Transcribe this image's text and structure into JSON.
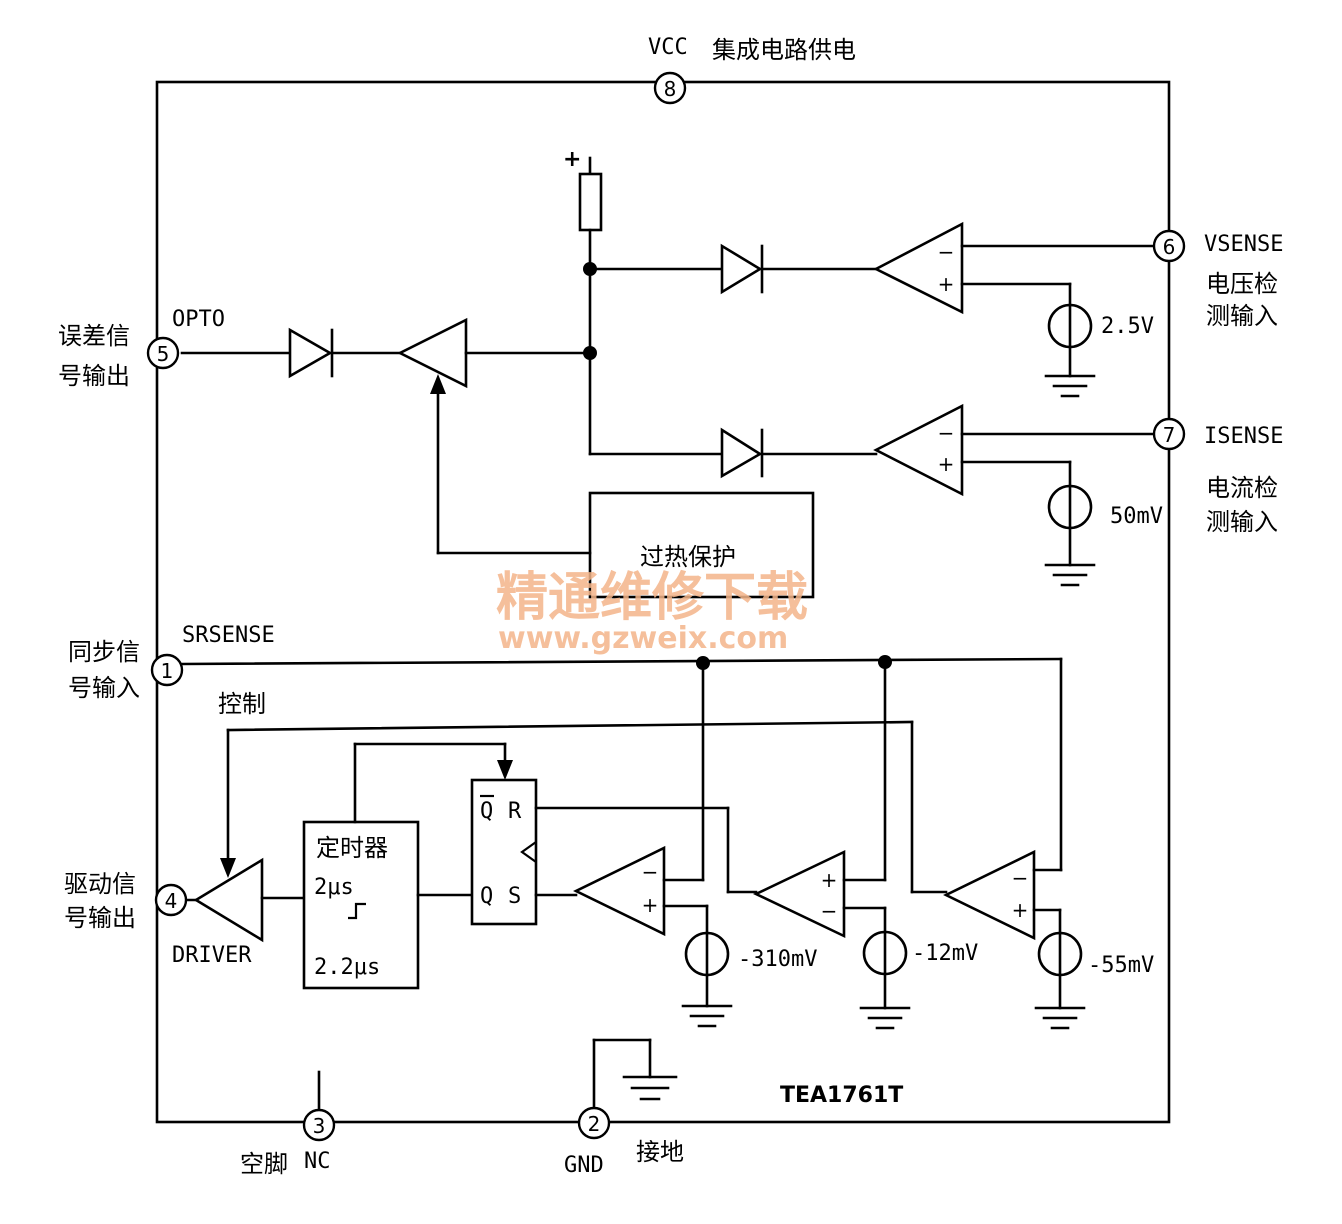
{
  "chip": {
    "part_number": "TEA1761T"
  },
  "pins": [
    {
      "num": "8",
      "name": "VCC",
      "desc": "集成电路供电"
    },
    {
      "num": "6",
      "name": "VSENSE",
      "desc_line1": "电压检",
      "desc_line2": "测输入"
    },
    {
      "num": "7",
      "name": "ISENSE",
      "desc_line1": "电流检",
      "desc_line2": "测输入"
    },
    {
      "num": "5",
      "name": "OPTO",
      "desc_line1": "误差信",
      "desc_line2": "号输出"
    },
    {
      "num": "1",
      "name": "SRSENSE",
      "desc_line1": "同步信",
      "desc_line2": "号输入"
    },
    {
      "num": "4",
      "name": "DRIVER",
      "desc_line1": "驱动信",
      "desc_line2": "号输出"
    },
    {
      "num": "3",
      "name": "NC",
      "desc": "空脚"
    },
    {
      "num": "2",
      "name": "GND",
      "desc": "接地"
    }
  ],
  "blocks": {
    "thermal": "过热保护",
    "timer_title": "定时器",
    "timer_t1": "2μs",
    "timer_t2": "2.2μs",
    "ff_q_bar": "Q",
    "ff_r": "R",
    "ff_q": "Q",
    "ff_s": "S",
    "control": "控制"
  },
  "sources": {
    "vref_vsense": "2.5V",
    "vref_isense": "50mV",
    "vref_c1": "-310mV",
    "vref_c2": "-12mV",
    "vref_c3": "-55mV"
  },
  "supply_plus": "+",
  "comparator_signs": {
    "minus": "−",
    "plus": "+"
  },
  "watermark": {
    "text": "精通维修下载",
    "url": "www.gzweix.com"
  }
}
